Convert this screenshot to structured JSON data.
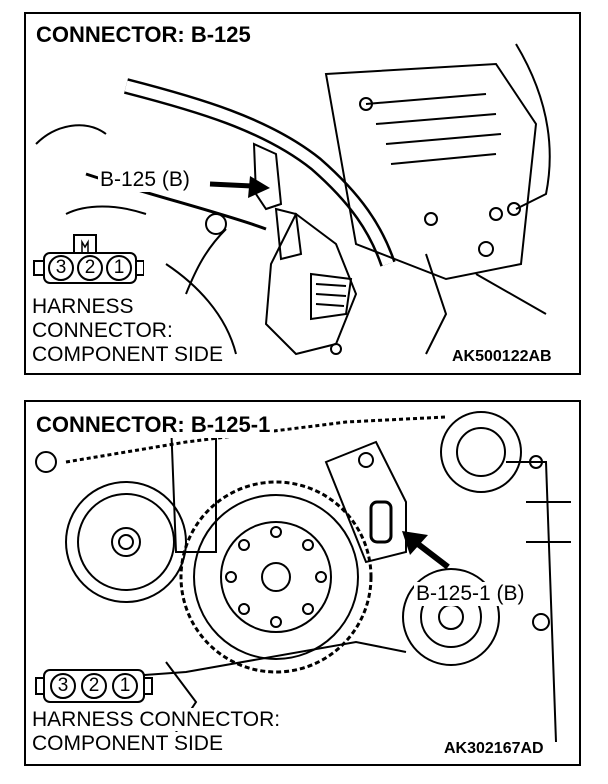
{
  "panels": [
    {
      "title": "CONNECTOR: B-125",
      "callout": "B-125 (B)",
      "pins": [
        "3",
        "2",
        "1"
      ],
      "caption_lines": [
        "HARNESS",
        "CONNECTOR:",
        "COMPONENT SIDE"
      ],
      "figure_code": "AK500122AB"
    },
    {
      "title": "CONNECTOR: B-125-1",
      "callout": "B-125-1 (B)",
      "pins": [
        "3",
        "2",
        "1"
      ],
      "caption_lines": [
        "HARNESS CONNECTOR:",
        "COMPONENT SIDE"
      ],
      "figure_code": "AK302167AD"
    }
  ]
}
